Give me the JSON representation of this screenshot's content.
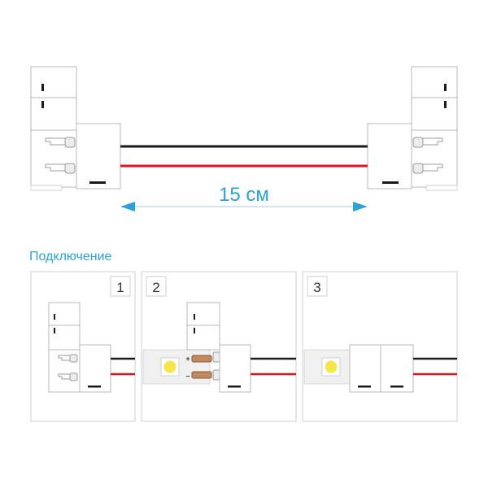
{
  "dimension": {
    "label": "15 см"
  },
  "section": {
    "title": "Подключение"
  },
  "steps": [
    {
      "number": "1"
    },
    {
      "number": "2",
      "plus_sign": "+",
      "minus_sign": "–"
    },
    {
      "number": "3"
    }
  ],
  "colors": {
    "accent_blue": "#2aa3dc",
    "wire_black": "#1a1a1a",
    "wire_red": "#e0151f",
    "outline": "#b8b8b8",
    "led_yellow": "#f6e64a",
    "pin_brown": "#8a5a3a"
  },
  "icons": [
    "arrow-left-icon",
    "arrow-right-icon",
    "led-chip-icon"
  ]
}
